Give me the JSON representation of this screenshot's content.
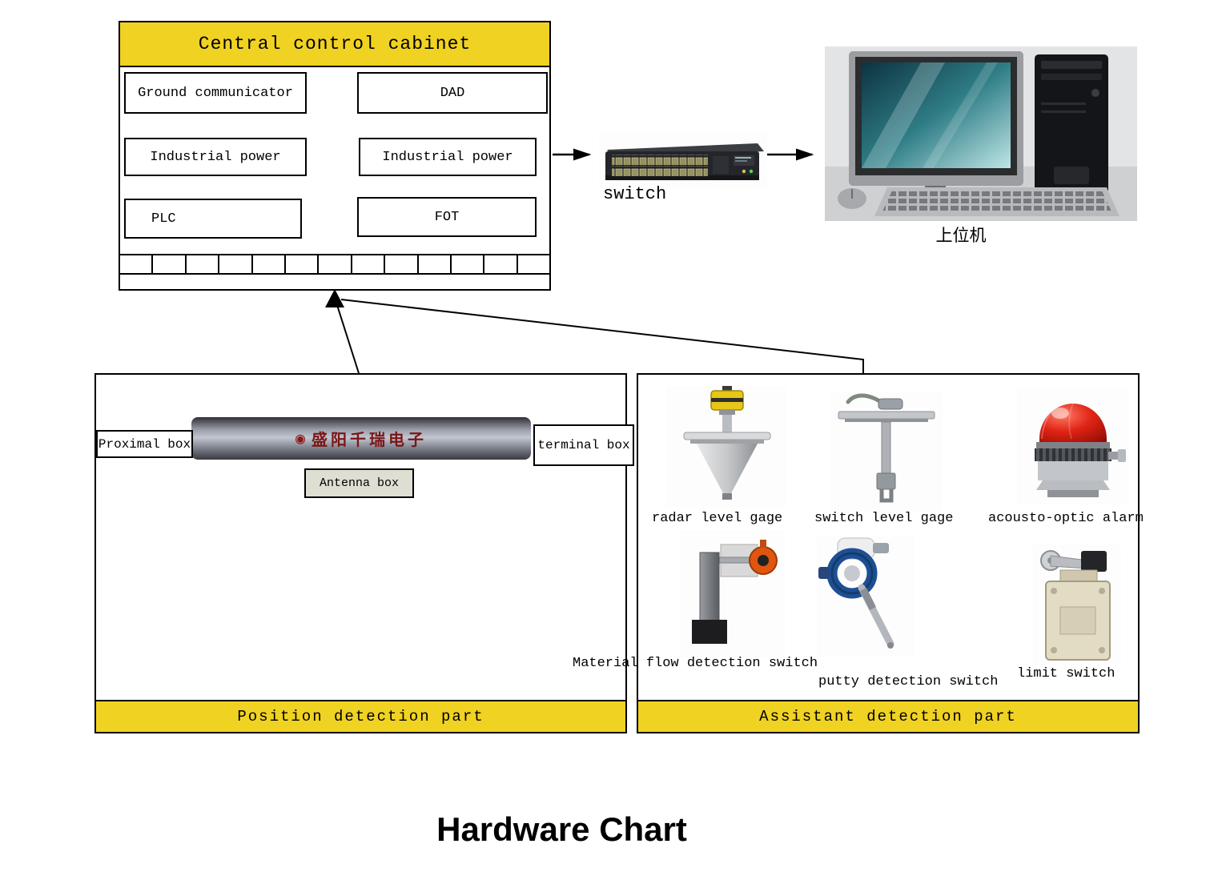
{
  "title": "Hardware Chart",
  "cabinet": {
    "header": "Central control cabinet",
    "modules": {
      "ground_communicator": "Ground communicator",
      "dad": "DAD",
      "industrial_power_left": "Industrial power",
      "industrial_power_right": "Industrial power",
      "plc": "PLC",
      "fot": "FOT"
    }
  },
  "network": {
    "switch_label": "switch",
    "host_label": "上位机"
  },
  "position_part": {
    "footer": "Position detection part",
    "proximal_box": "Proximal box",
    "terminal_box": "terminal box",
    "antenna_box": "Antenna box",
    "antenna_bar_text": "盛阳千瑞电子"
  },
  "assistant_part": {
    "footer": "Assistant detection part",
    "devices": [
      {
        "name": "radar-level-gage",
        "label": "radar level gage"
      },
      {
        "name": "switch-level-gage",
        "label": "switch level gage"
      },
      {
        "name": "acousto-optic-alarm",
        "label": "acousto-optic alarm"
      },
      {
        "name": "material-flow-detection-switch",
        "label": "Material flow detection switch"
      },
      {
        "name": "putty-detection-switch",
        "label": "putty detection switch"
      },
      {
        "name": "limit-switch",
        "label": "limit switch"
      }
    ]
  },
  "icons": {
    "antenna_brand_logo": "◉"
  },
  "colors": {
    "accent_yellow": "#F0D222",
    "alarm_red": "#D31B0E",
    "indicator_orange": "#E05510",
    "ring_blue": "#1D4F93",
    "screen_teal": "#2F7D86",
    "brand_text_red": "#7A1616"
  }
}
